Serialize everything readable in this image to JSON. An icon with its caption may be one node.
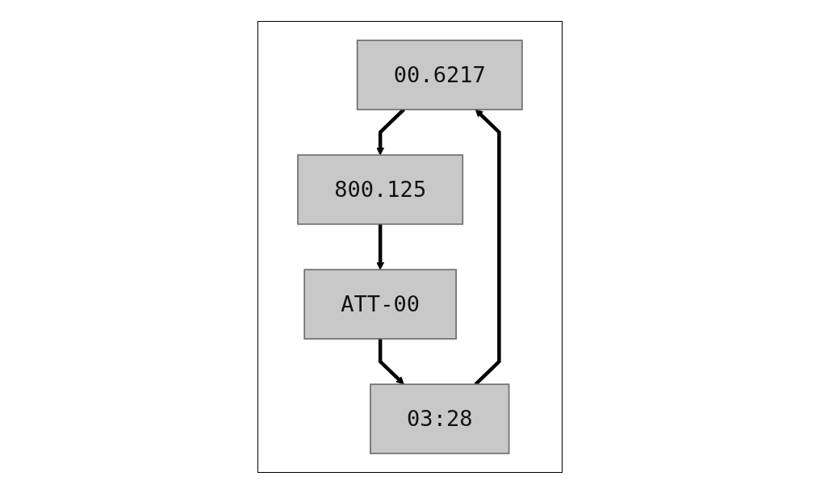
{
  "diagram": {
    "nodes": [
      {
        "text": [
          "00.6217"
        ]
      },
      {
        "text": [
          "800.125"
        ]
      },
      {
        "text": [
          "ATT-00"
        ]
      },
      {
        "text": [
          "03:28"
        ]
      }
    ],
    "edges": [
      {
        "from": 0,
        "to": 1,
        "arrow": "to"
      },
      {
        "from": 1,
        "to": 2,
        "arrow": "to"
      },
      {
        "from": 2,
        "to": 3,
        "arrow": "to"
      },
      {
        "from": 3,
        "to": 0,
        "arrow": "to"
      }
    ]
  }
}
